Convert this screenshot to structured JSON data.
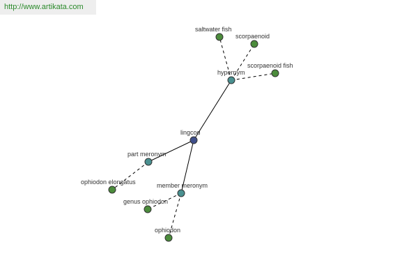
{
  "header": {
    "url": "http://www.artikata.com"
  },
  "colors": {
    "root": "#3f4f8a",
    "relation": "#4a9090",
    "leaf": "#4c8c3c",
    "url_bg": "#eeeeee",
    "url_text": "#2b8a2b"
  },
  "graph": {
    "nodes": [
      {
        "id": "lingcod",
        "label": "lingcod",
        "kind": "root"
      },
      {
        "id": "hypernym",
        "label": "hypernym",
        "kind": "relation"
      },
      {
        "id": "part-meronym",
        "label": "part meronym",
        "kind": "relation"
      },
      {
        "id": "member-meronym",
        "label": "member meronym",
        "kind": "relation"
      },
      {
        "id": "saltwater-fish",
        "label": "saltwater fish",
        "kind": "leaf"
      },
      {
        "id": "scorpaenoid",
        "label": "scorpaenoid",
        "kind": "leaf"
      },
      {
        "id": "scorpaenoid-fish",
        "label": "scorpaenoid fish",
        "kind": "leaf"
      },
      {
        "id": "ophiodon-elongatus",
        "label": "ophiodon elongatus",
        "kind": "leaf"
      },
      {
        "id": "genus-ophiodon",
        "label": "genus ophiodon",
        "kind": "leaf"
      },
      {
        "id": "ophiodon",
        "label": "ophiodon",
        "kind": "leaf"
      }
    ],
    "edges": [
      {
        "from": "lingcod",
        "to": "hypernym",
        "style": "solid"
      },
      {
        "from": "lingcod",
        "to": "part-meronym",
        "style": "solid"
      },
      {
        "from": "lingcod",
        "to": "member-meronym",
        "style": "solid"
      },
      {
        "from": "hypernym",
        "to": "saltwater-fish",
        "style": "dashed"
      },
      {
        "from": "hypernym",
        "to": "scorpaenoid",
        "style": "dashed"
      },
      {
        "from": "hypernym",
        "to": "scorpaenoid-fish",
        "style": "dashed"
      },
      {
        "from": "part-meronym",
        "to": "ophiodon-elongatus",
        "style": "dashed"
      },
      {
        "from": "member-meronym",
        "to": "genus-ophiodon",
        "style": "dashed"
      },
      {
        "from": "member-meronym",
        "to": "ophiodon",
        "style": "dashed"
      }
    ]
  }
}
